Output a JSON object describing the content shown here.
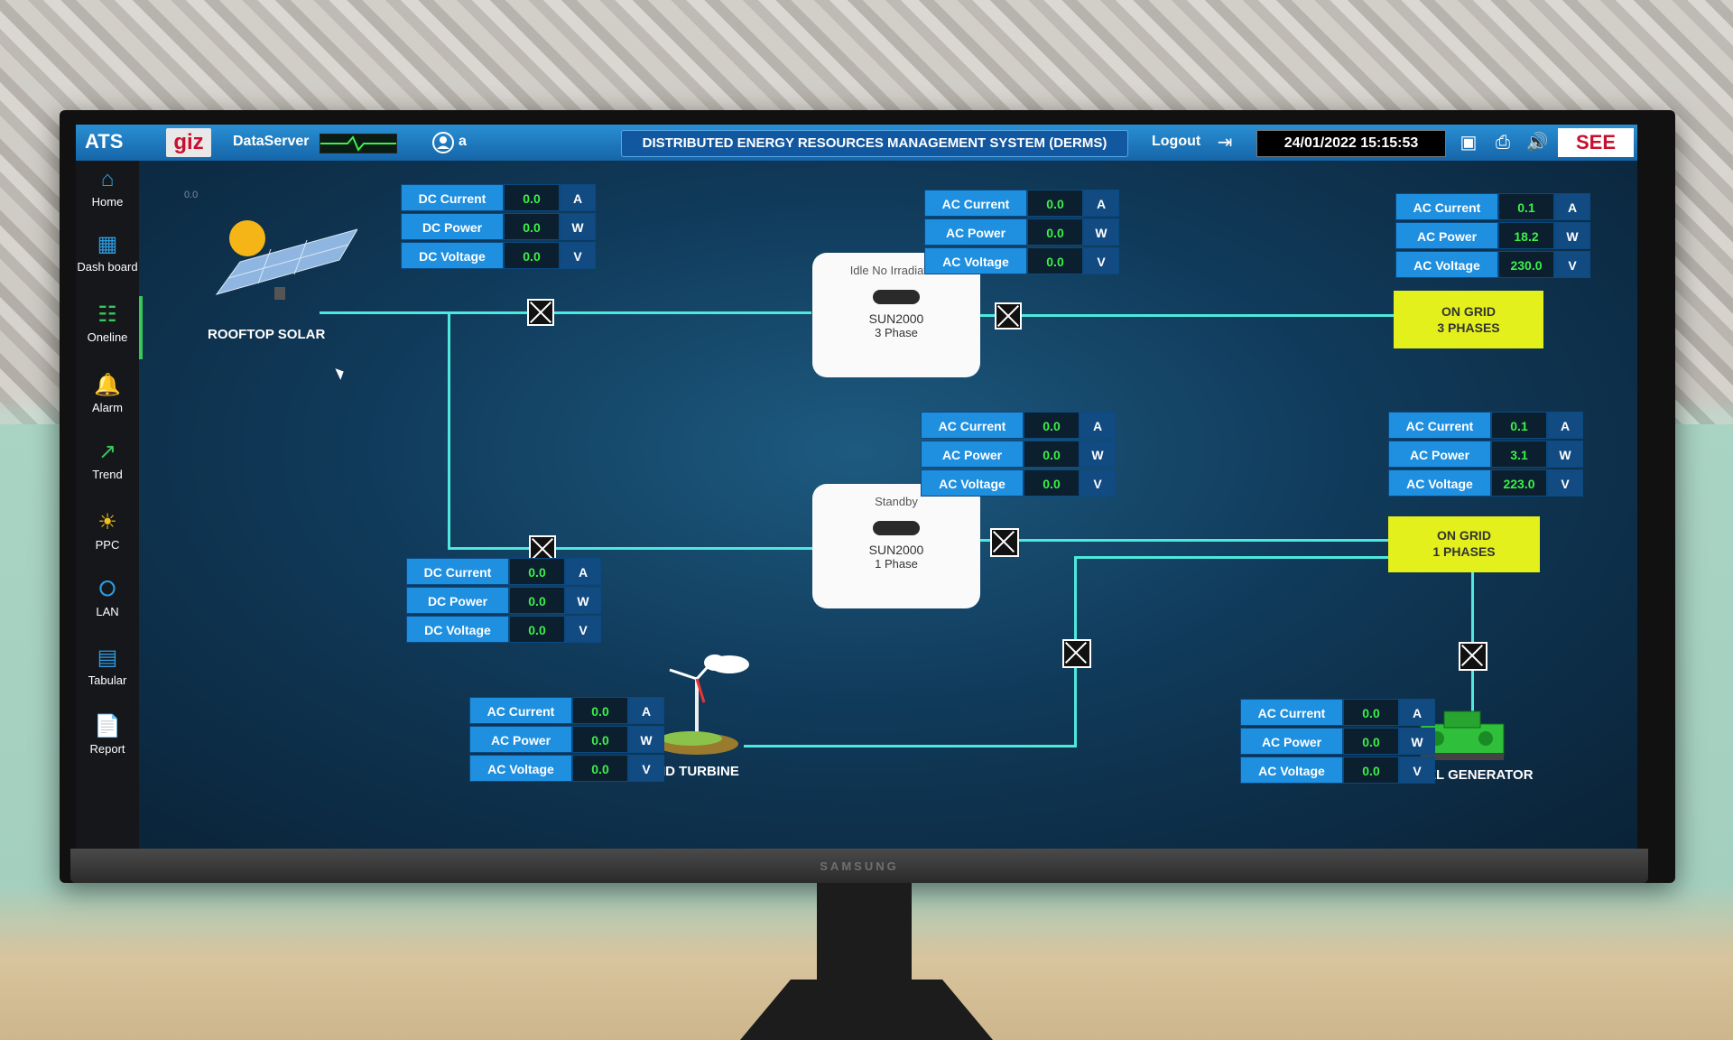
{
  "topbar": {
    "logo_ats": "ATS",
    "logo_giz": "giz",
    "server_label": "DataServer",
    "user_name": "a",
    "title": "DISTRIBUTED ENERGY RESOURCES MANAGEMENT SYSTEM (DERMS)",
    "logout_label": "Logout",
    "datetime": "24/01/2022 15:15:53",
    "logo_see": "SEE"
  },
  "sidebar": {
    "items": [
      {
        "label": "Home",
        "icon": "home-icon"
      },
      {
        "label": "Dash board",
        "icon": "dashboard-icon"
      },
      {
        "label": "Oneline",
        "icon": "oneline-icon"
      },
      {
        "label": "Alarm",
        "icon": "bell-icon"
      },
      {
        "label": "Trend",
        "icon": "trend-icon"
      },
      {
        "label": "PPC",
        "icon": "ppc-icon"
      },
      {
        "label": "LAN",
        "icon": "lan-icon"
      },
      {
        "label": "Tabular",
        "icon": "table-icon"
      },
      {
        "label": "Report",
        "icon": "report-icon"
      }
    ]
  },
  "scada": {
    "corner_value": "0.0",
    "solar_label": "ROOFTOP SOLAR",
    "wind_label": "WIND TURBINE",
    "diesel_label": "DIESEL GENERATOR",
    "inverter1": {
      "status": "Idle No Irradiation",
      "name": "SUN2000",
      "phase": "3 Phase"
    },
    "inverter2": {
      "status": "Standby",
      "name": "SUN2000",
      "phase": "1 Phase"
    },
    "grid3": {
      "line1": "ON GRID",
      "line2": "3 PHASES"
    },
    "grid1": {
      "line1": "ON GRID",
      "line2": "1 PHASES"
    },
    "meters": {
      "dc_top": [
        {
          "label": "DC Current",
          "value": "0.0",
          "unit": "A"
        },
        {
          "label": "DC Power",
          "value": "0.0",
          "unit": "W"
        },
        {
          "label": "DC Voltage",
          "value": "0.0",
          "unit": "V"
        }
      ],
      "dc_bottom": [
        {
          "label": "DC Current",
          "value": "0.0",
          "unit": "A"
        },
        {
          "label": "DC Power",
          "value": "0.0",
          "unit": "W"
        },
        {
          "label": "DC Voltage",
          "value": "0.0",
          "unit": "V"
        }
      ],
      "ac_inv1": [
        {
          "label": "AC Current",
          "value": "0.0",
          "unit": "A"
        },
        {
          "label": "AC Power",
          "value": "0.0",
          "unit": "W"
        },
        {
          "label": "AC Voltage",
          "value": "0.0",
          "unit": "V"
        }
      ],
      "ac_inv2": [
        {
          "label": "AC Current",
          "value": "0.0",
          "unit": "A"
        },
        {
          "label": "AC Power",
          "value": "0.0",
          "unit": "W"
        },
        {
          "label": "AC Voltage",
          "value": "0.0",
          "unit": "V"
        }
      ],
      "ac_grid3": [
        {
          "label": "AC Current",
          "value": "0.1",
          "unit": "A"
        },
        {
          "label": "AC Power",
          "value": "18.2",
          "unit": "W"
        },
        {
          "label": "AC Voltage",
          "value": "230.0",
          "unit": "V"
        }
      ],
      "ac_grid1": [
        {
          "label": "AC Current",
          "value": "0.1",
          "unit": "A"
        },
        {
          "label": "AC Power",
          "value": "3.1",
          "unit": "W"
        },
        {
          "label": "AC Voltage",
          "value": "223.0",
          "unit": "V"
        }
      ],
      "ac_wind": [
        {
          "label": "AC Current",
          "value": "0.0",
          "unit": "A"
        },
        {
          "label": "AC Power",
          "value": "0.0",
          "unit": "W"
        },
        {
          "label": "AC Voltage",
          "value": "0.0",
          "unit": "V"
        }
      ],
      "ac_diesel": [
        {
          "label": "AC Current",
          "value": "0.0",
          "unit": "A"
        },
        {
          "label": "AC Power",
          "value": "0.0",
          "unit": "W"
        },
        {
          "label": "AC Voltage",
          "value": "0.0",
          "unit": "V"
        }
      ]
    }
  },
  "monitor_brand": "SAMSUNG",
  "colors": {
    "wire": "#4ee8dd",
    "value_green": "#3cf04a",
    "label_blue": "#1f8fe0",
    "grid_yellow": "#e3f01c"
  }
}
